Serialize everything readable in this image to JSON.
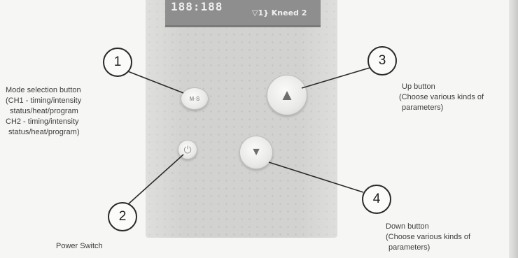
{
  "device": {
    "display_text": "188:188",
    "display_sub": "▽1} Kneed 2"
  },
  "callouts": {
    "c1": "1",
    "c2": "2",
    "c3": "3",
    "c4": "4"
  },
  "labels": {
    "mode": [
      "Mode selection button",
      "(CH1 - timing/intensity",
      "status/heat/program",
      "CH2 - timing/intensity",
      "status/heat/program)"
    ],
    "power": [
      "Power Switch"
    ],
    "up": [
      "Up button",
      "(Choose various kinds of",
      "parameters)"
    ],
    "down": [
      "Down button",
      "(Choose various kinds of",
      "parameters)"
    ]
  },
  "icons": {
    "mode": "mode-icon",
    "power": "power-icon",
    "up": "up-arrow-icon",
    "down": "down-arrow-icon"
  },
  "colors": {
    "panel": "#d2d2d0",
    "display": "#8e8e8e",
    "ink": "#2a2a2a"
  }
}
